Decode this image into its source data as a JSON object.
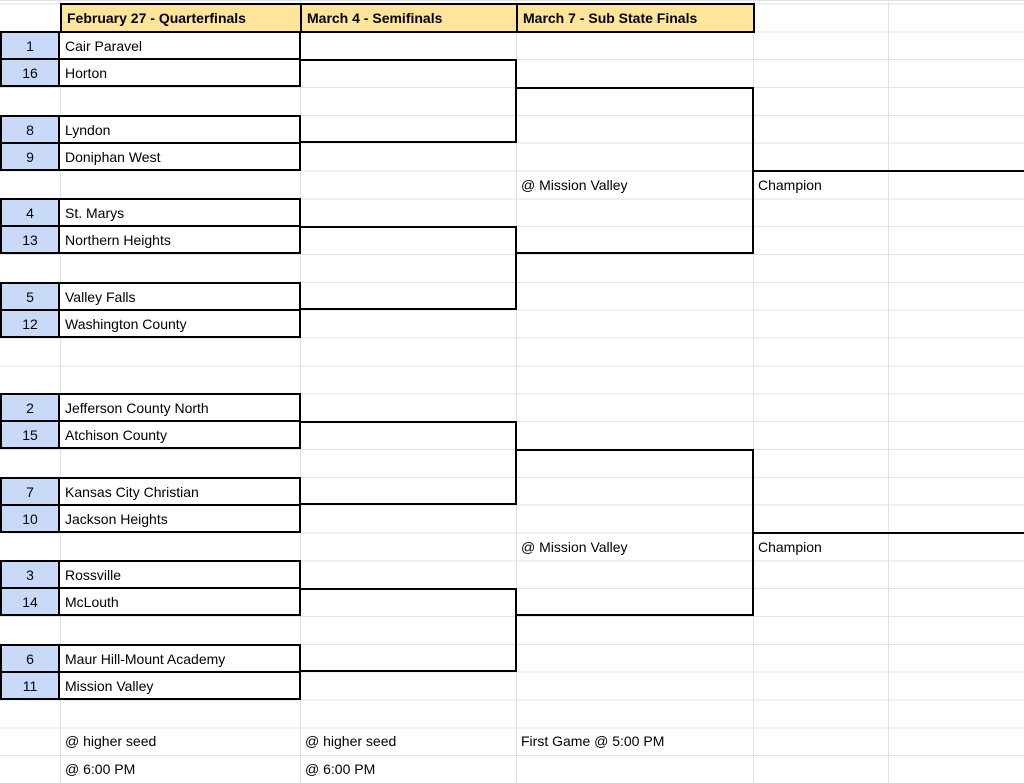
{
  "theme": {
    "header_bg": "#ffe599",
    "seed_bg": "#c9daf8",
    "border_color": "#000000",
    "gridline_color": "#e2e2e2",
    "text_color": "#000000"
  },
  "headers": {
    "quarterfinals": "February 27 - Quarterfinals",
    "semifinals": "March 4 - Semifinals",
    "finals": "March 7 - Sub State Finals"
  },
  "games": [
    {
      "seed_top": "1",
      "team_top": "Cair Paravel",
      "seed_bottom": "16",
      "team_bottom": "Horton"
    },
    {
      "seed_top": "8",
      "team_top": "Lyndon",
      "seed_bottom": "9",
      "team_bottom": "Doniphan West"
    },
    {
      "seed_top": "4",
      "team_top": "St. Marys",
      "seed_bottom": "13",
      "team_bottom": "Northern Heights"
    },
    {
      "seed_top": "5",
      "team_top": "Valley Falls",
      "seed_bottom": "12",
      "team_bottom": "Washington County"
    },
    {
      "seed_top": "2",
      "team_top": "Jefferson County North",
      "seed_bottom": "15",
      "team_bottom": "Atchison County"
    },
    {
      "seed_top": "7",
      "team_top": "Kansas City Christian",
      "seed_bottom": "10",
      "team_bottom": "Jackson Heights"
    },
    {
      "seed_top": "3",
      "team_top": "Rossville",
      "seed_bottom": "14",
      "team_bottom": "McLouth"
    },
    {
      "seed_top": "6",
      "team_top": "Maur Hill-Mount Academy",
      "seed_bottom": "11",
      "team_bottom": "Mission Valley"
    }
  ],
  "finals": {
    "top": {
      "location": "@ Mission Valley",
      "result": "Champion"
    },
    "bottom": {
      "location": "@ Mission Valley",
      "result": "Champion"
    }
  },
  "footnotes": {
    "quarterfinals_location": "@ higher seed",
    "quarterfinals_time": "@ 6:00 PM",
    "semifinals_location": "@ higher seed",
    "semifinals_time": "@ 6:00 PM",
    "finals_time": "First Game @ 5:00 PM"
  }
}
